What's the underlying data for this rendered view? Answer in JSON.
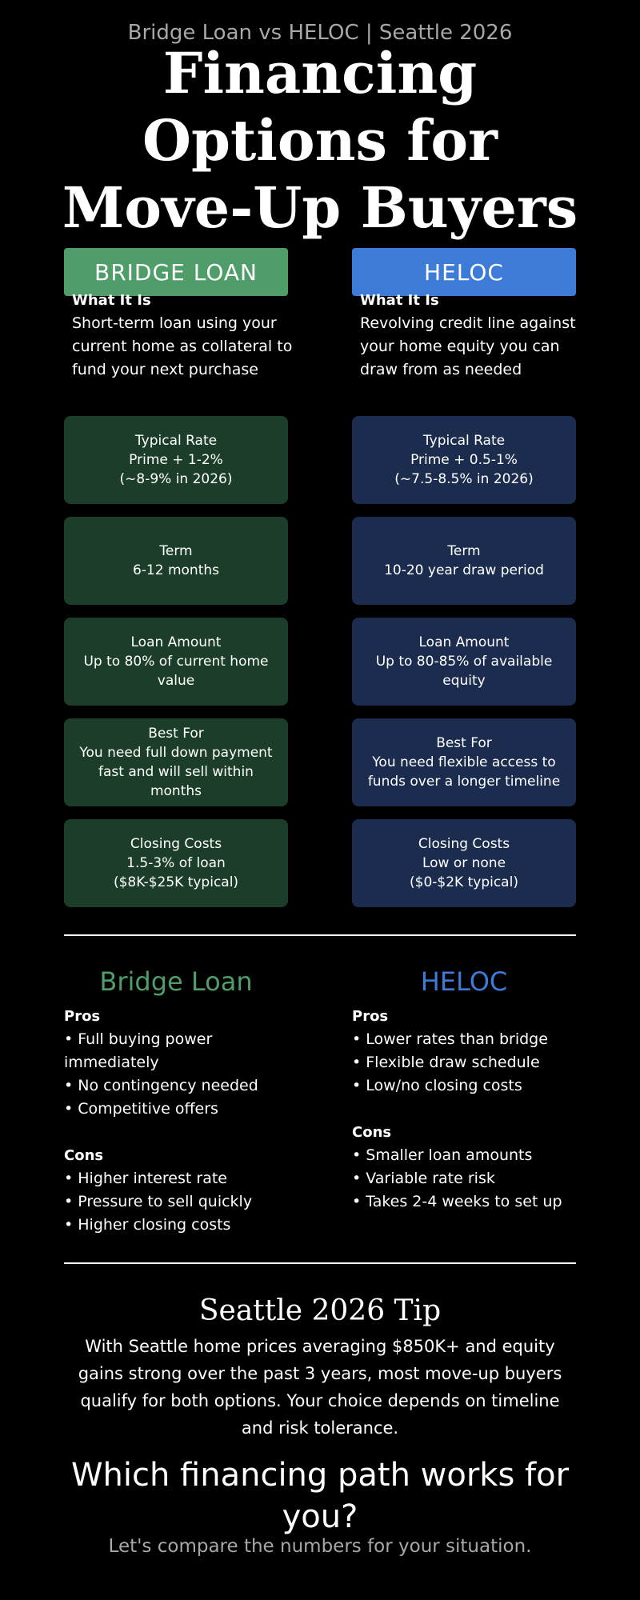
{
  "header": {
    "subtitle": "Bridge Loan vs HELOC | Seattle 2026",
    "title": "Financing Options for Move-Up Buyers"
  },
  "colors": {
    "bridge_accent": "#4f9d69",
    "heloc_accent": "#3c7bd8",
    "bridge_card": "#1b3d29",
    "heloc_card": "#1b2c4e",
    "background": "#000000"
  },
  "bridge": {
    "header": "BRIDGE LOAN",
    "what_label": "What It Is",
    "what_body": "Short-term loan using your current home as collateral to fund your next purchase",
    "cards": [
      {
        "label": "Typical Rate",
        "lines": [
          "Prime + 1-2%",
          "(~8-9% in 2026)"
        ]
      },
      {
        "label": "Term",
        "lines": [
          "6-12 months"
        ]
      },
      {
        "label": "Loan Amount",
        "lines": [
          "Up to 80% of current home value"
        ]
      },
      {
        "label": "Best For",
        "lines": [
          "You need full down payment fast and will sell within months"
        ]
      },
      {
        "label": "Closing Costs",
        "lines": [
          "1.5-3% of loan",
          "($8K-$25K typical)"
        ]
      }
    ]
  },
  "heloc": {
    "header": "HELOC",
    "what_label": "What It Is",
    "what_body": "Revolving credit line against your home equity you can draw from as needed",
    "cards": [
      {
        "label": "Typical Rate",
        "lines": [
          "Prime + 0.5-1%",
          "(~7.5-8.5% in 2026)"
        ]
      },
      {
        "label": "Term",
        "lines": [
          "10-20 year draw period"
        ]
      },
      {
        "label": "Loan Amount",
        "lines": [
          "Up to 80-85% of available equity"
        ]
      },
      {
        "label": "Best For",
        "lines": [
          "You need flexible access to funds over a longer timeline"
        ]
      },
      {
        "label": "Closing Costs",
        "lines": [
          "Low or none",
          "($0-$2K typical)"
        ]
      }
    ]
  },
  "proscons": {
    "bridge": {
      "title": "Bridge Loan",
      "pros_label": "Pros",
      "pros": [
        "• Full buying power immediately",
        "• No contingency needed",
        "• Competitive offers"
      ],
      "cons_label": "Cons",
      "cons": [
        "• Higher interest rate",
        "• Pressure to sell quickly",
        "• Higher closing costs"
      ]
    },
    "heloc": {
      "title": "HELOC",
      "pros_label": "Pros",
      "pros": [
        "• Lower rates than bridge",
        "• Flexible draw schedule",
        "• Low/no closing costs"
      ],
      "cons_label": "Cons",
      "cons": [
        "• Smaller loan amounts",
        "• Variable rate risk",
        "• Takes 2-4 weeks to set up"
      ]
    }
  },
  "tip": {
    "title": "Seattle 2026 Tip",
    "body": "With Seattle home prices averaging $850K+ and equity gains strong over the past 3 years, most move-up buyers qualify for both options. Your choice depends on timeline and risk tolerance."
  },
  "cta": {
    "heading": "Which financing path works for you?",
    "sub": "Let's compare the numbers for your situation."
  }
}
